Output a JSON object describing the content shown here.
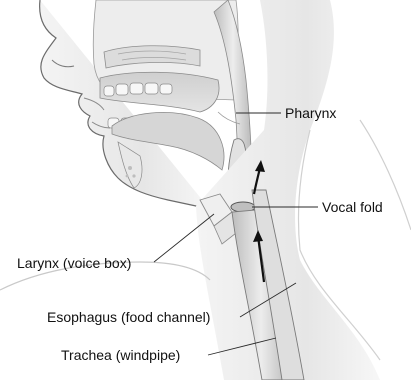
{
  "labels": {
    "pharynx": "Pharynx",
    "vocal_fold": "Vocal fold",
    "larynx": "Larynx (voice box)",
    "esophagus": "Esophagus (food channel)",
    "trachea": "Trachea (windpipe)"
  },
  "colors": {
    "skin_line": "#6b6b6b",
    "tissue": "#d9d9d9",
    "airway": "#e9e9e9",
    "arrow": "#111111"
  }
}
